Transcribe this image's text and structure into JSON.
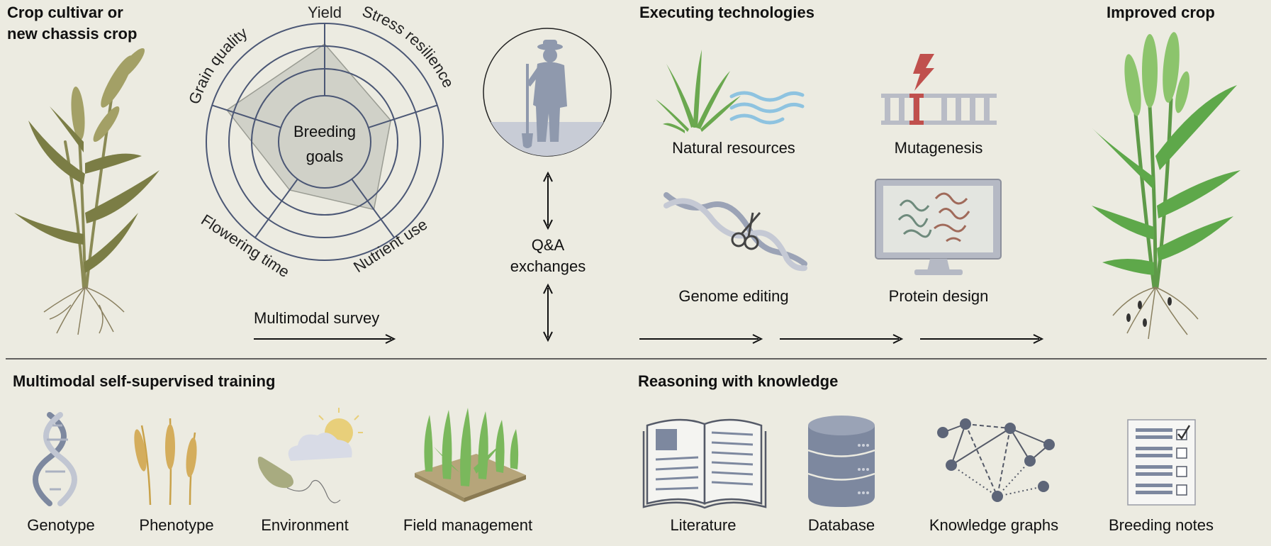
{
  "top": {
    "crop_cultivar_line1": "Crop cultivar or",
    "crop_cultivar_line2": "new chassis crop",
    "improved_crop": "Improved crop",
    "executing_technologies": "Executing technologies",
    "breeding_goals_line1": "Breeding",
    "breeding_goals_line2": "goals",
    "radar_axes": {
      "yield": "Yield",
      "stress_resilience": "Stress resilience",
      "nutrient_use": "Nutrient use",
      "flowering_time": "Flowering time",
      "grain_quality": "Grain quality"
    },
    "qa_line1": "Q&A",
    "qa_line2": "exchanges",
    "multimodal_survey": "Multimodal survey",
    "technologies": {
      "natural_resources": "Natural resources",
      "mutagenesis": "Mutagenesis",
      "genome_editing": "Genome editing",
      "protein_design": "Protein design"
    }
  },
  "bottom": {
    "training_title": "Multimodal self-supervised training",
    "reasoning_title": "Reasoning with knowledge",
    "training_items": {
      "genotype": "Genotype",
      "phenotype": "Phenotype",
      "environment": "Environment",
      "field_management": "Field management"
    },
    "reasoning_items": {
      "literature": "Literature",
      "database": "Database",
      "knowledge_graphs": "Knowledge graphs",
      "breeding_notes": "Breeding notes"
    }
  },
  "colors": {
    "background": "#ecebe1",
    "radar_line": "#4b5775",
    "radar_fill": "#c9cbc2",
    "dry_plant": "#8a8a55",
    "green_plant": "#6aa84f",
    "figure": "#8f99ad",
    "dna": "#7d889f",
    "wheat": "#c9a24a",
    "bolt": "#c0504d",
    "water": "#8ec3e0"
  }
}
